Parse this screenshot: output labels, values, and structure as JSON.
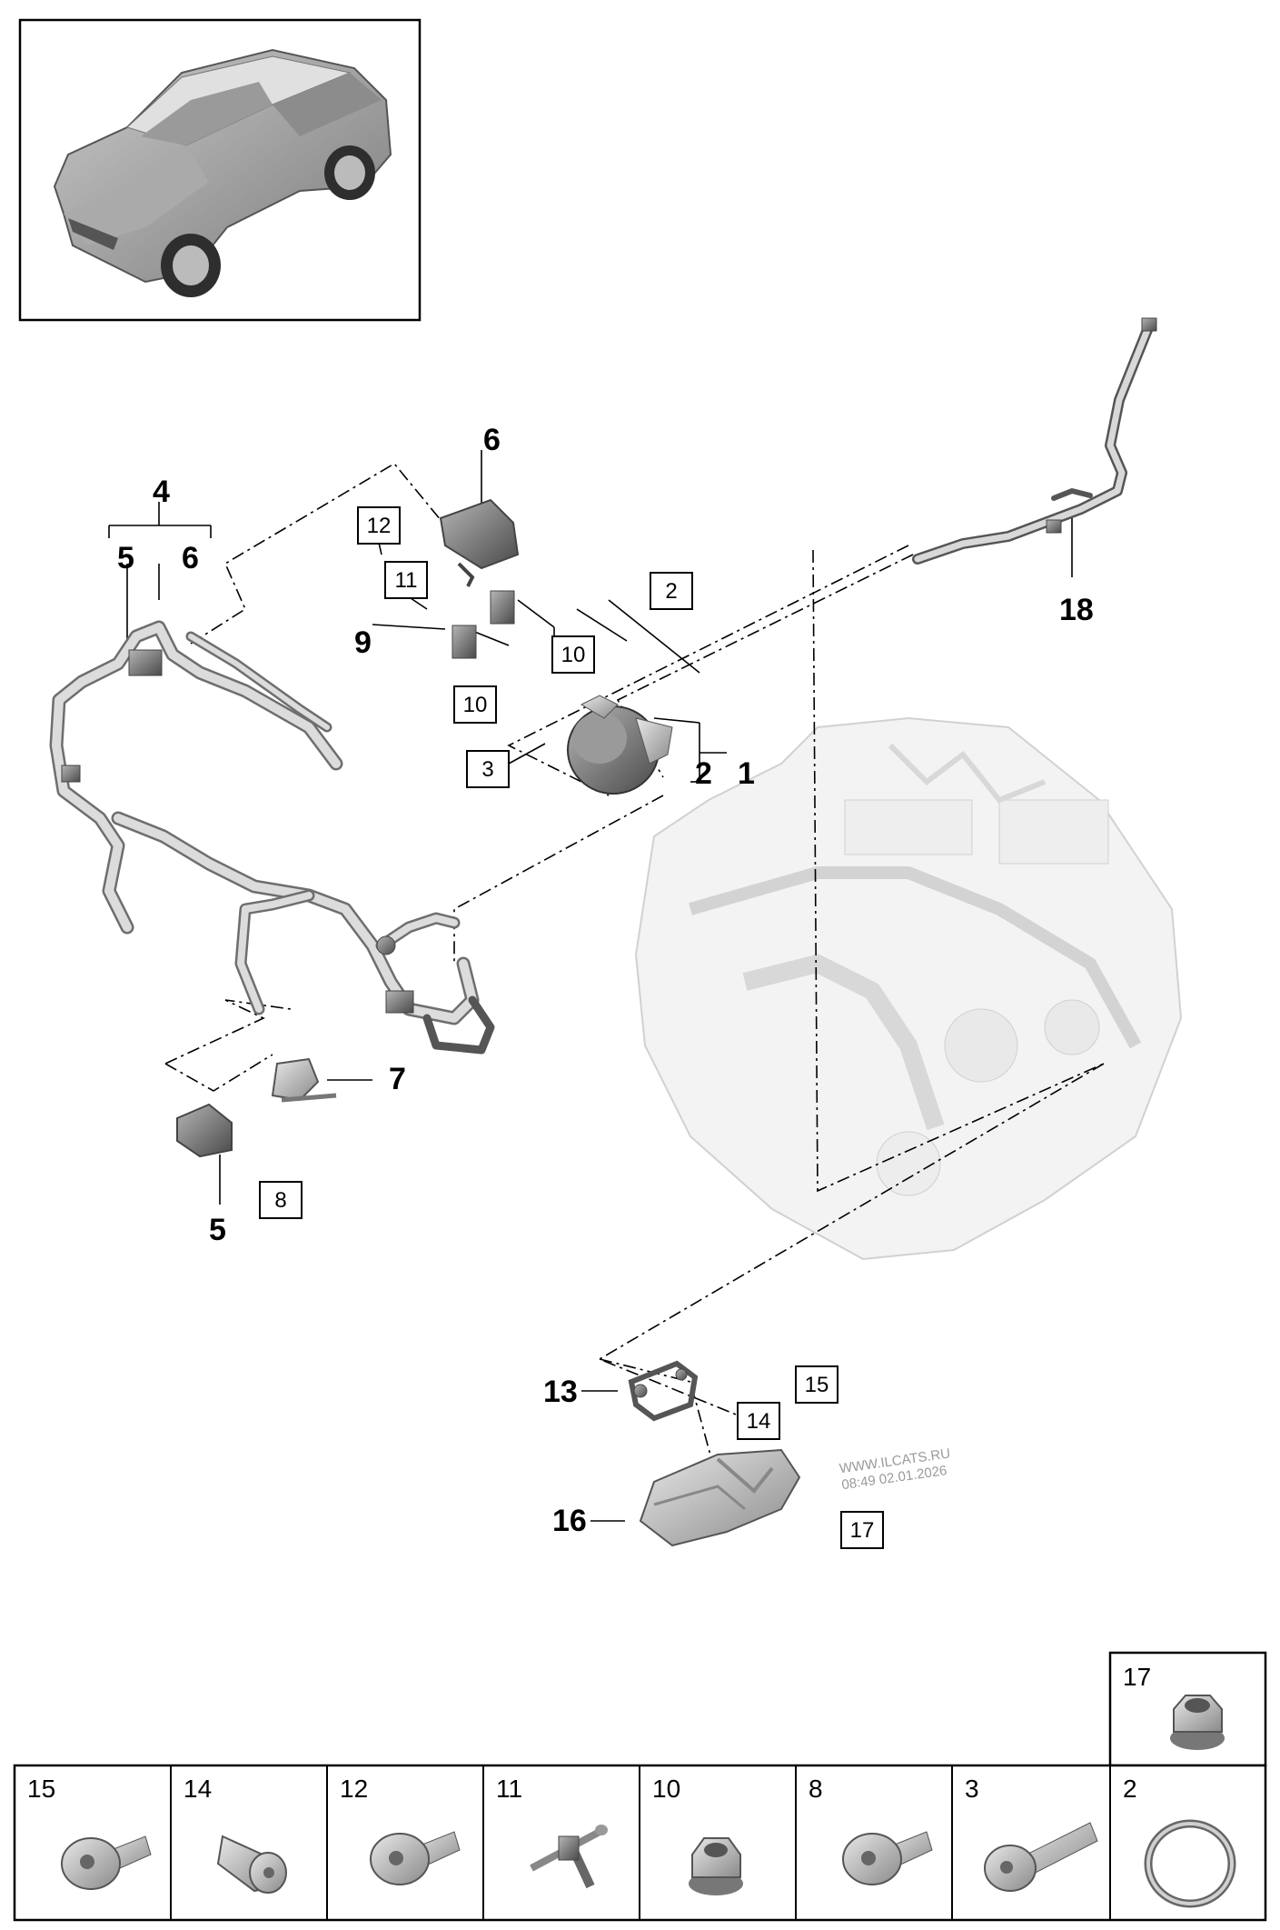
{
  "callouts": {
    "c1": "1",
    "c2": "2",
    "c4": "4",
    "c5a": "5",
    "c6a": "6",
    "c5b": "5",
    "c6b": "6",
    "c7": "7",
    "c9": "9",
    "c13": "13",
    "c16": "16",
    "c18": "18"
  },
  "boxed": {
    "b2": "2",
    "b3": "3",
    "b8": "8",
    "b10a": "10",
    "b10b": "10",
    "b11": "11",
    "b12": "12",
    "b14": "14",
    "b15": "15",
    "b17": "17"
  },
  "watermark": {
    "line1": "WWW.ILCATS.RU",
    "line2": "08:49 02.01.2026"
  },
  "hardware": {
    "top": [
      {
        "num": "17",
        "icon": "flange-nut-icon"
      }
    ],
    "bottom": [
      {
        "num": "15",
        "icon": "flange-bolt-icon"
      },
      {
        "num": "14",
        "icon": "stud-bolt-icon"
      },
      {
        "num": "12",
        "icon": "flange-bolt-icon"
      },
      {
        "num": "11",
        "icon": "double-stud-icon"
      },
      {
        "num": "10",
        "icon": "flange-nut-icon"
      },
      {
        "num": "8",
        "icon": "flange-bolt-icon"
      },
      {
        "num": "3",
        "icon": "long-bolt-icon"
      },
      {
        "num": "2",
        "icon": "sealing-ring-icon"
      }
    ]
  }
}
